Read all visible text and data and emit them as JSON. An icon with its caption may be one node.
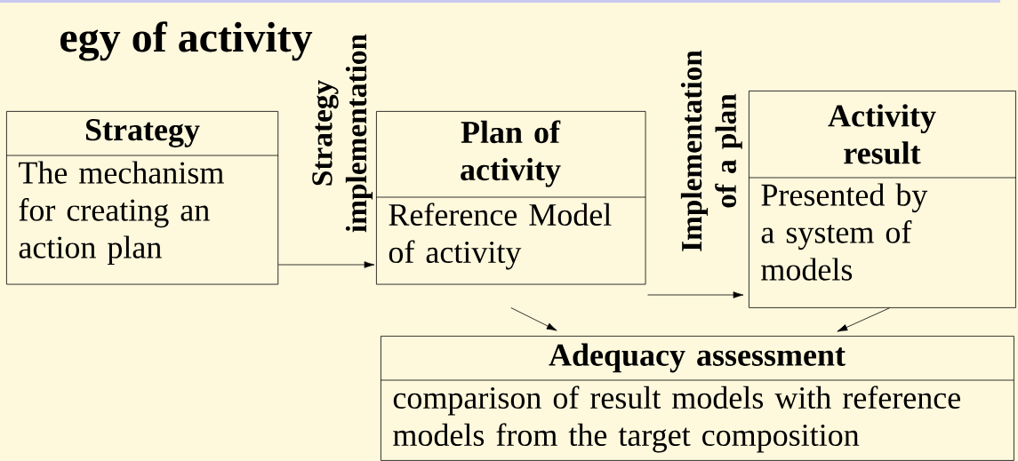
{
  "diagram": {
    "title": "egy of activity",
    "nodes": [
      {
        "text": [
          "Strategy",
          "The mechanism for creating an action plan"
        ]
      },
      {
        "text": [
          "Plan of activity",
          "Reference Model of activity"
        ]
      },
      {
        "text": [
          "Activity result",
          "Presented by a system of models"
        ]
      },
      {
        "text": [
          "Adequacy assessment",
          "comparison of result models with reference models from the target composition"
        ]
      }
    ],
    "edges": [
      {
        "from": 0,
        "to": 1,
        "arrow": "to",
        "label": "Strategy implementation"
      },
      {
        "from": 1,
        "to": 2,
        "arrow": "to",
        "label": "Implementation of a plan"
      },
      {
        "from": 1,
        "to": 3,
        "arrow": "to"
      },
      {
        "from": 2,
        "to": 3,
        "arrow": "to"
      }
    ]
  }
}
